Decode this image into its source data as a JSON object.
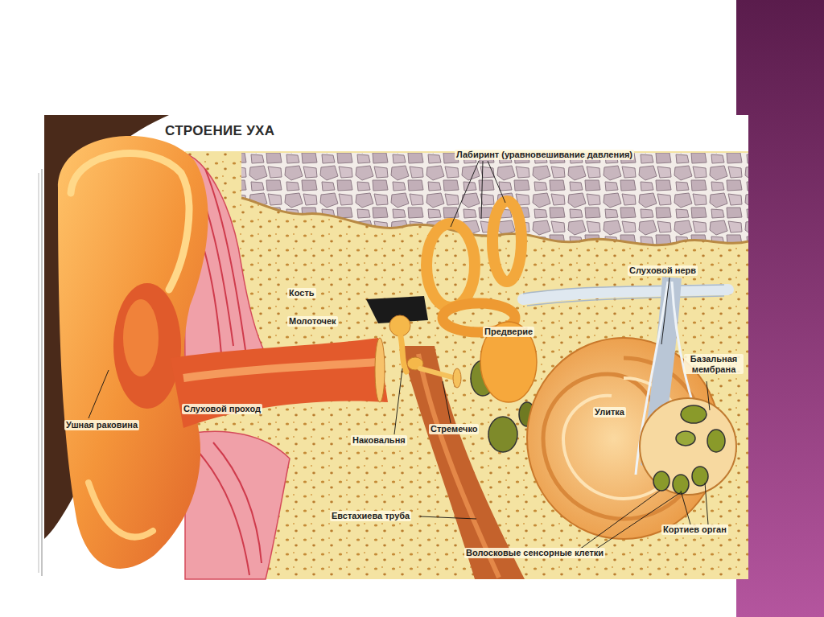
{
  "diagram": {
    "title": "СТРОЕНИЕ УХА",
    "labels": [
      "Лабиринт (уравновешивание давления)",
      "Слуховой нерв",
      "Кость",
      "Молоточек",
      "Предверие",
      "Базальная мембрана",
      "Ушная раковина",
      "Слуховой проход",
      "Улитка",
      "Стремечко",
      "Наковальня",
      "Евстахиева труба",
      "Кортиев орган",
      "Волосковые сенсорные клетки"
    ]
  }
}
